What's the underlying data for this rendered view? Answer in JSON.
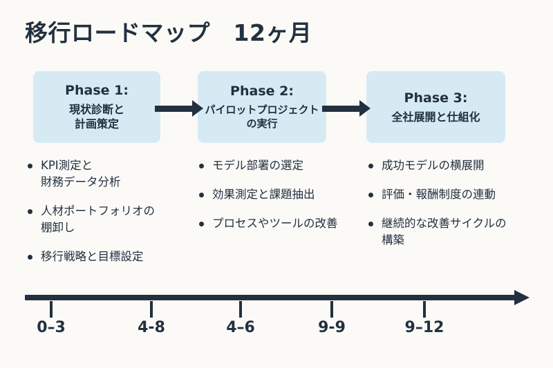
{
  "slide": {
    "title": "移行ロードマップ　12ヶ月",
    "background_color": "#fbfaf7",
    "accent_color": "#22303f",
    "box_color": "#d6eaf4"
  },
  "phases": [
    {
      "heading": "Phase 1:",
      "subtitle": "現状診断と\n計画策定"
    },
    {
      "heading": "Phase 2:",
      "subtitle": "パイロットプロジェクト\nの実行"
    },
    {
      "heading": "Phase 3:",
      "subtitle": "全社展開と仕組化"
    }
  ],
  "connectors": [
    {
      "name": "arrow-phase1-to-phase2"
    },
    {
      "name": "arrow-phase2-to-phase3"
    }
  ],
  "bullet_columns": [
    {
      "items": [
        "KPI測定と\n財務データ分析",
        "人材ポートフォリオの\n棚卸し",
        "移行戦略と目標設定"
      ]
    },
    {
      "items": [
        "モデル部署の選定",
        "効果測定と課題抽出",
        "プロセスやツールの改善"
      ]
    },
    {
      "items": [
        "成功モデルの横展開",
        "評価・報酬制度の連動",
        "継続的な改善サイクルの\n構築"
      ]
    }
  ],
  "timeline": {
    "ticks": [
      {
        "label": "0–3"
      },
      {
        "label": "4-8"
      },
      {
        "label": "4–6"
      },
      {
        "label": "9-9"
      },
      {
        "label": "9–12"
      }
    ]
  }
}
